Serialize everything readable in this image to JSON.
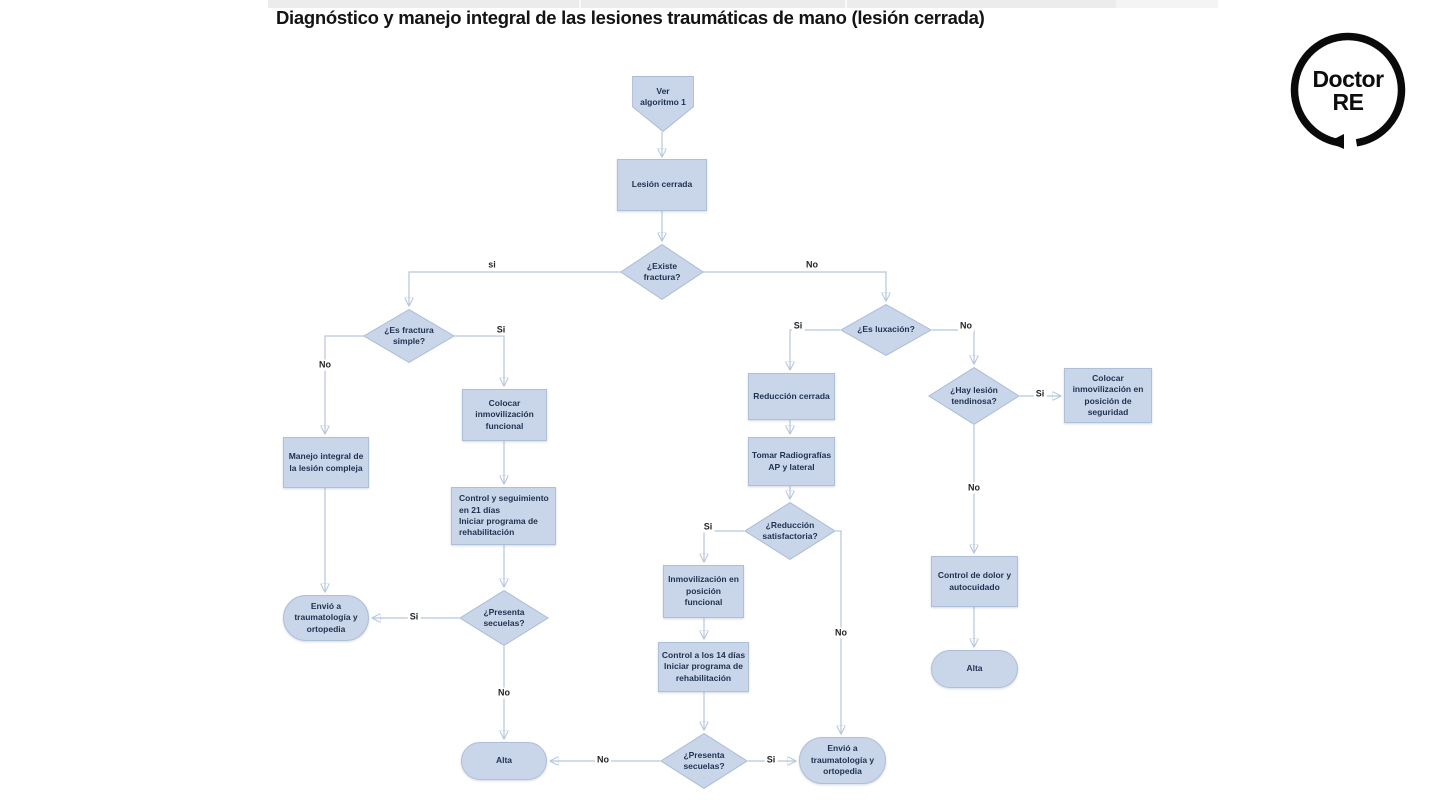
{
  "title": "Diagnóstico y manejo integral de las lesiones traumáticas de mano (lesión cerrada)",
  "logo": {
    "line1": "Doctor",
    "line2": "RE"
  },
  "nodes": {
    "start": "Ver\nalgoritmo 1",
    "lesion_cerrada": "Lesión cerrada",
    "existe_fractura": "¿Existe\nfractura?",
    "es_fractura_simple": "¿Es fractura\nsimple?",
    "manejo_integral": "Manejo integral de\nla lesión compleja",
    "envio_traumatologia_izq": "Envió a\ntraumatología y\nortopedia",
    "colocar_inmovilizacion_funcional": "Colocar\ninmovilización\nfuncional",
    "control_21_dias": "Control y seguimiento\nen 21 días\nIniciar programa de\nrehabilitación",
    "presenta_secuelas_izq": "¿Presenta\nsecuelas?",
    "alta_izq": "Alta",
    "es_luxacion": "¿Es luxación?",
    "reduccion_cerrada": "Reducción cerrada",
    "tomar_radiografias": "Tomar Radiografías\nAP y lateral",
    "reduccion_satisfactoria": "¿Reducción\nsatisfactoria?",
    "inmovilizacion_funcional": "Inmovilización en\nposición funcional",
    "control_14_dias": "Control a los 14 días\nIniciar programa de\nrehabilitación",
    "presenta_secuelas_centro": "¿Presenta\nsecuelas?",
    "envio_traumatologia_der": "Envió a\ntraumatología y\nortopedia",
    "hay_lesion_tendinosa": "¿Hay lesión\ntendinosa?",
    "colocar_inmovilizacion_seguridad": "Colocar\ninmovilización en\nposición de\nseguridad",
    "control_dolor": "Control de dolor y\nautocuidado",
    "alta_der": "Alta"
  },
  "labels": {
    "existe_fractura_si": "si",
    "existe_fractura_no": "No",
    "fractura_simple_no": "No",
    "fractura_simple_si": "Si",
    "secuelas_izq_si": "Si",
    "secuelas_izq_no": "No",
    "secuelas_centro_no": "No",
    "secuelas_centro_si": "Si",
    "luxacion_si": "Si",
    "luxacion_no": "No",
    "reduccion_si": "Si",
    "reduccion_no": "No",
    "tendinosa_si": "Si",
    "tendinosa_no": "No"
  },
  "colors": {
    "node_fill": "#c9d5e9",
    "node_border": "#a9bcd8",
    "connector": "#b6c6dc",
    "node_text": "#1f3150"
  }
}
